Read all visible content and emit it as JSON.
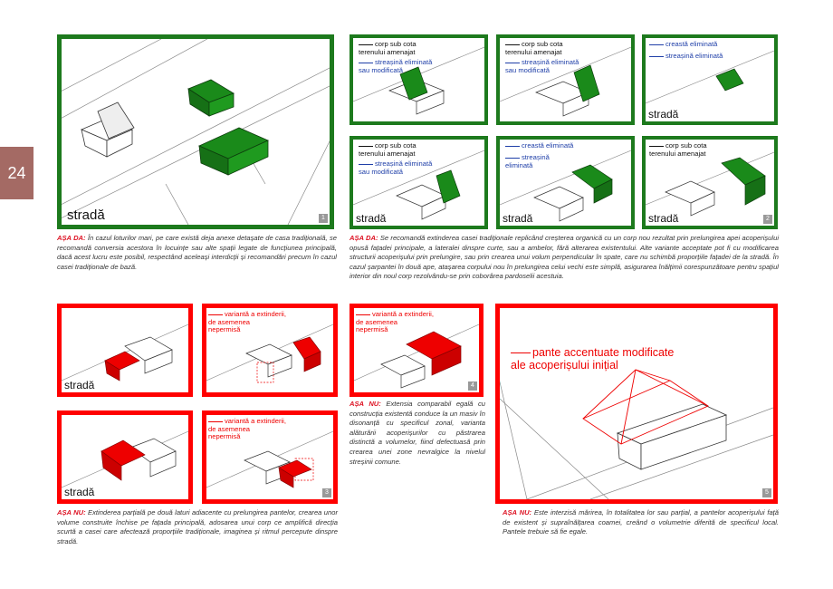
{
  "page_number": "24",
  "street_label": "stradă",
  "panels": {
    "p1": {
      "number": "1"
    },
    "p2": {
      "number": "2",
      "labels": {
        "corp_sub_cota": "corp sub cota\nterenului amenajat",
        "streasina_elim_mod": "streașină eliminată\nsau modificată",
        "creasta_elim": "creastă eliminată",
        "streasina_elim": "streașină eliminată",
        "streasina_elim2": "streașină\neliminată"
      }
    },
    "p3": {
      "number": "3",
      "variant": "variantă a extinderii,\nde asemenea\nnepermisă"
    },
    "p4": {
      "number": "4"
    },
    "p5": {
      "number": "5",
      "label": "pante accentuate modificate\nale acoperișului inițial"
    }
  },
  "captions": {
    "c1_head": "AȘA DA:",
    "c1_body": " În cazul loturilor mari, pe care există deja anexe detașate de casa tradițională, se recomandă conversia acestora în locuințe sau alte spații legate de funcțiunea principală, dacă acest lucru este posibil, respectând aceleași interdicții și recomandări precum în cazul casei tradiționale de bază.",
    "c2_head": "AȘA DA:",
    "c2_body": " Se recomandă extinderea casei tradiționale replicând creșterea organică cu un corp nou rezultat prin prelungirea apei acoperișului opusă fațadei principale, a lateralei dinspre curte, sau a ambelor, fără alterarea existentului. Alte variante acceptate pot fi cu modificarea structurii acoperișului prin prelungire, sau prin crearea unui volum perpendicular în spate, care nu schimbă proporțiile fațadei de la stradă. În cazul șarpantei în două ape, atașarea corpului nou în prelungirea celui vechi este simplă, asigurarea înălțimii corespunzătoare pentru spațiul interior din noul corp rezolvându-se prin coborârea pardoselii acestuia.",
    "c3_head": "AȘA NU:",
    "c3_body": " Extinderea parțială pe două laturi adiacente cu prelungirea pantelor, crearea unor volume construite închise pe fațada principală, adosarea unui corp ce amplifică direcția scurtă a casei care afectează proporțiile tradiționale, imaginea și ritmul percepute dinspre stradă.",
    "c4_head": "AȘA NU:",
    "c4_body": " Extensia comparabil egală cu construcția existentă conduce la un masiv în disonanță cu specificul zonal, varianta alăturării acoperișurilor cu păstrarea distinctă a volumelor, fiind defectuasă prin crearea unei zone nevralgice la nivelul streșinii comune.",
    "c5_head": "AȘA NU:",
    "c5_body": " Este interzisă mărirea, în totalitatea lor sau parțial, a pantelor acoperișului față de existent și supraînălțarea coamei, creând o volumetrie diferită de specificul local. Pantele trebuie să fie egale."
  },
  "colors": {
    "green": "#1d7a1d",
    "red": "#ff0000",
    "blue_label": "#1f3fa8"
  }
}
